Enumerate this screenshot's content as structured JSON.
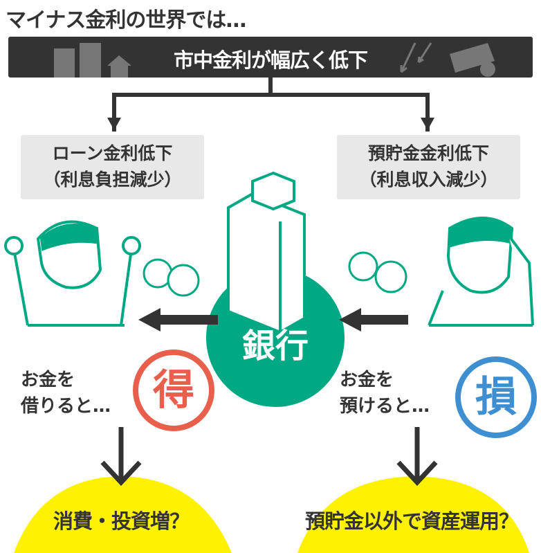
{
  "title": "マイナス金利の世界では…",
  "banner": "市中金利が幅広く低下",
  "left_box": {
    "line1": "ローン金利低下",
    "line2": "（利息負担減少）"
  },
  "right_box": {
    "line1": "預貯金金利低下",
    "line2": "（利息収入減少）"
  },
  "bank_label": "銀行",
  "left_text": {
    "line1": "お金を",
    "line2": "借りると…"
  },
  "right_text": {
    "line1": "お金を",
    "line2": "預けると…"
  },
  "gain_stamp": "得",
  "loss_stamp": "損",
  "left_result": "消費・投資増？",
  "right_result": "預貯金以外で資産運用？",
  "colors": {
    "green": "#00a884",
    "red": "#e8604c",
    "blue": "#3d8fd1",
    "yellow": "#fff200",
    "dark": "#333333"
  }
}
